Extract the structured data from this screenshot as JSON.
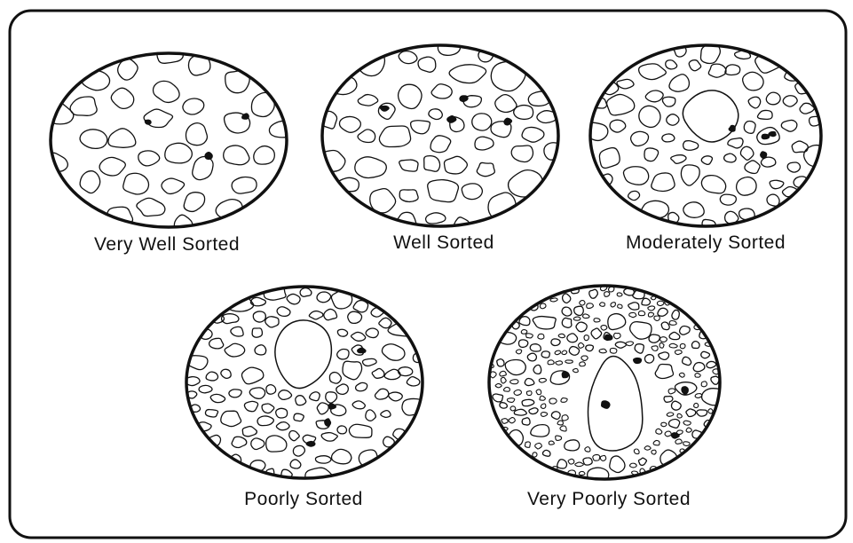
{
  "diagram": {
    "samples": [
      {
        "label": "Very Well Sorted",
        "sorting": "very-well"
      },
      {
        "label": "Well Sorted",
        "sorting": "well"
      },
      {
        "label": "Moderately Sorted",
        "sorting": "moderately"
      },
      {
        "label": "Poorly Sorted",
        "sorting": "poorly"
      },
      {
        "label": "Very Poorly Sorted",
        "sorting": "very-poorly"
      }
    ]
  },
  "colors": {
    "stroke": "#111111",
    "background": "#ffffff"
  }
}
